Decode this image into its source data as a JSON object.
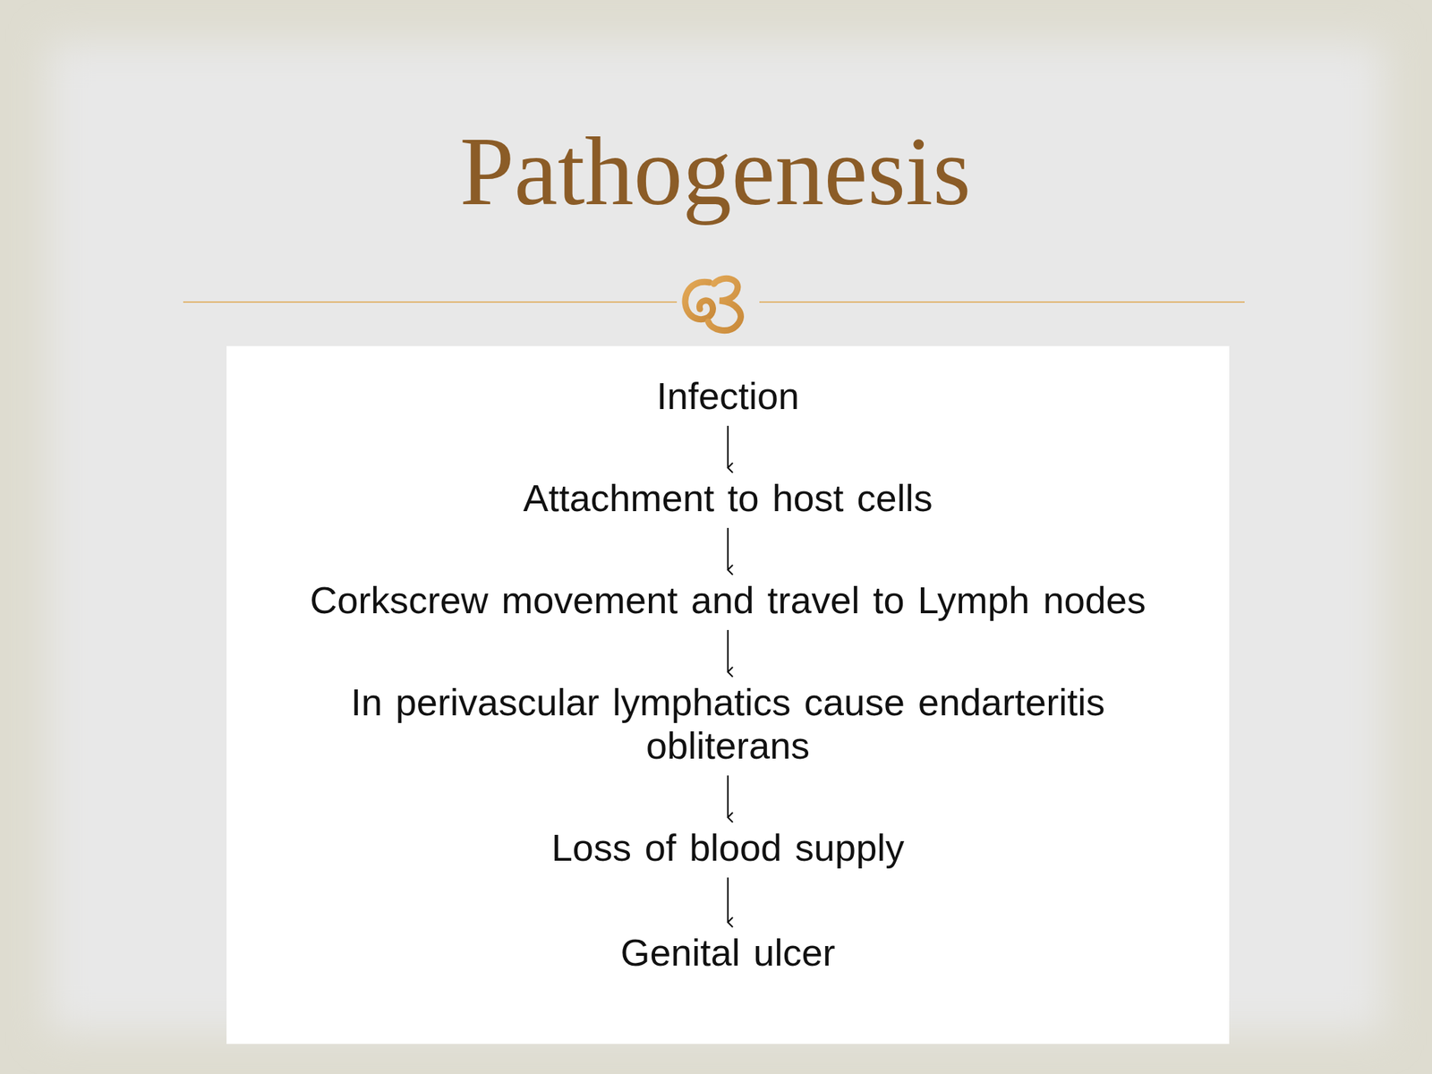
{
  "diagram": {
    "title": "Pathogenesis",
    "nodes": [
      {
        "text": [
          "Infection"
        ]
      },
      {
        "text": [
          "Attachment to host cells"
        ]
      },
      {
        "text": [
          "Corkscrew movement and travel to Lymph nodes"
        ]
      },
      {
        "text": [
          "In perivascular lymphatics cause endarteritis obliterans"
        ]
      },
      {
        "text": [
          "Loss of blood supply"
        ]
      },
      {
        "text": [
          "Genital ulcer"
        ]
      }
    ],
    "edges": [
      {
        "from": 0,
        "to": 1,
        "arrow": "to"
      },
      {
        "from": 1,
        "to": 2,
        "arrow": "to"
      },
      {
        "from": 2,
        "to": 3,
        "arrow": "to"
      },
      {
        "from": 3,
        "to": 4,
        "arrow": "to"
      },
      {
        "from": 4,
        "to": 5,
        "arrow": "to"
      }
    ]
  }
}
